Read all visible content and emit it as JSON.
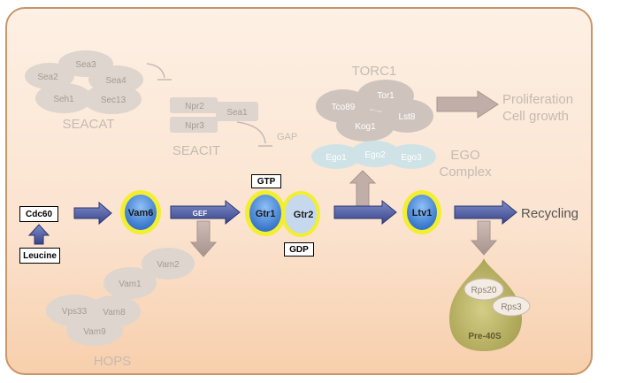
{
  "seacat": {
    "subunits": [
      "Sea3",
      "Sea2",
      "Sea4",
      "Seh1",
      "Sec13"
    ],
    "label": "SEACAT"
  },
  "seacit": {
    "subunits": [
      "Npr2",
      "Npr3",
      "Sea1"
    ],
    "label": "SEACIT",
    "gap_label": "GAP"
  },
  "torc1": {
    "label": "TORC1",
    "subunits": [
      "Tor1",
      "Tco89",
      "Lst8",
      "Kog1"
    ]
  },
  "ego": {
    "subunits": [
      "Ego1",
      "Ego2",
      "Ego3"
    ],
    "label_line1": "EGO",
    "label_line2": "Complex"
  },
  "outcome": {
    "line1": "Proliferation",
    "line2": "Cell growth"
  },
  "pathway": {
    "cdc60": "Cdc60",
    "leucine": "Leucine",
    "vam6": "Vam6",
    "gef": "GEF",
    "gtr1": "Gtr1",
    "gtr2": "Gtr2",
    "gtp": "GTP",
    "gdp": "GDP",
    "ltv1": "Ltv1",
    "recycling": "Recycling"
  },
  "hops": {
    "subunits": [
      "Vam2",
      "Vam1",
      "Vps33",
      "Vam8",
      "Vam9"
    ],
    "label": "HOPS"
  },
  "pre40s": {
    "label": "Pre-40S",
    "proteins": [
      "Rps20",
      "Rps3"
    ]
  },
  "colors": {
    "panel": "#fbe3cf",
    "panel_border": "#c9956a",
    "faded_blob": "#ddd5ce",
    "faded_text": "#c4bbb3",
    "arrow_blue": "#5566aa",
    "arrow_faded": "#b9a6a0",
    "node_blue": "#3f7fd6",
    "node_ring": "#f2ee30",
    "gtr2": "#c5d8ee",
    "ego": "#cfe3e6",
    "pre40s": "#b8b26a"
  }
}
